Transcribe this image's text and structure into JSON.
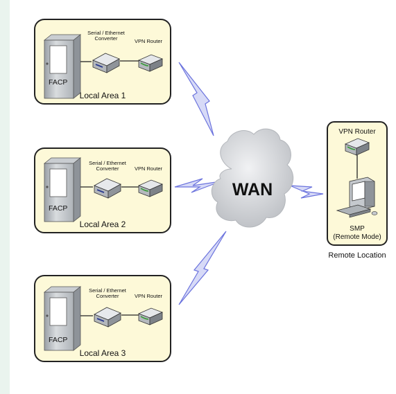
{
  "diagram": {
    "local_areas": [
      {
        "label": "Local Area 1",
        "panel_label": "FACP",
        "converter_label_line1": "Serial / Ethernet",
        "converter_label_line2": "Converter",
        "router_label": "VPN Router"
      },
      {
        "label": "Local Area 2",
        "panel_label": "FACP",
        "converter_label_line1": "Serial / Ethernet",
        "converter_label_line2": "Converter",
        "router_label": "VPN Router"
      },
      {
        "label": "Local Area 3",
        "panel_label": "FACP",
        "converter_label_line1": "Serial / Ethernet",
        "converter_label_line2": "Converter",
        "router_label": "VPN Router"
      }
    ],
    "wan_label": "WAN",
    "remote": {
      "router_label": "VPN Router",
      "smp_label_line1": "SMP",
      "smp_label_line2": "(Remote Mode)",
      "location_label": "Remote Location"
    },
    "colors": {
      "box_fill": "#fdf9d8",
      "box_stroke": "#222222",
      "lightning": "#7f86e6",
      "cloud": "#d8dadd",
      "side_strip": "#eaf4ee"
    },
    "icons": [
      "facp-cabinet-icon",
      "converter-icon",
      "vpn-router-icon",
      "computer-icon",
      "cloud-icon",
      "lightning-icon"
    ]
  }
}
